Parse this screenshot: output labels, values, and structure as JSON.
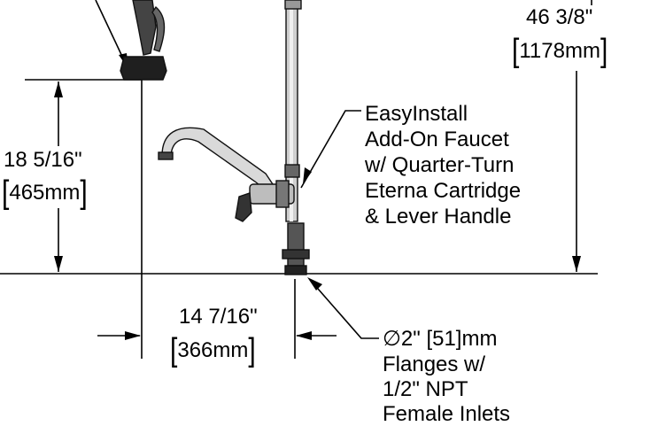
{
  "dimensions": {
    "overall_height": {
      "imperial": "46 3/8\"",
      "metric": "1178mm"
    },
    "sprayer_height": {
      "imperial": "18 5/16\"",
      "metric": "465mm"
    },
    "horizontal": {
      "imperial": "14 7/16\"",
      "metric": "366mm"
    }
  },
  "callouts": {
    "faucet": [
      "EasyInstall",
      "Add-On Faucet",
      "w/ Quarter-Turn",
      "Eterna Cartridge",
      "& Lever Handle"
    ],
    "flange": {
      "symbol": "∅",
      "lines": [
        "2\" [51]mm",
        "Flanges w/",
        "1/2\" NPT",
        "Female Inlets"
      ]
    }
  },
  "brackets": {
    "open": "[",
    "close": "]"
  }
}
